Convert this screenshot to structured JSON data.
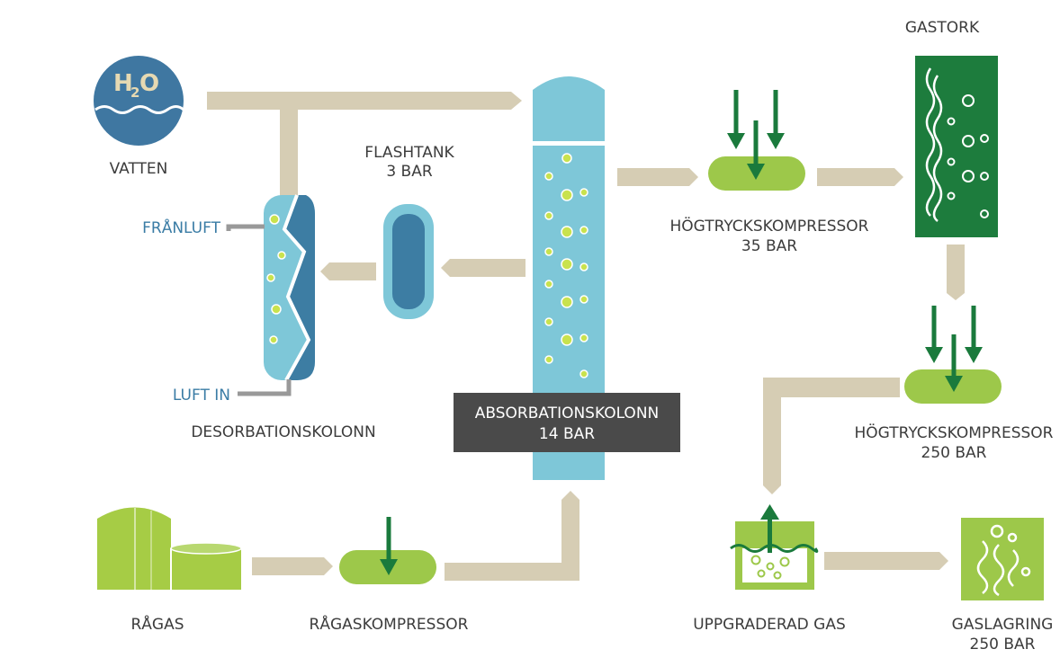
{
  "colors": {
    "pipe": "#d6cdb4",
    "column_light": "#7ec7d8",
    "column_dark": "#3d7da3",
    "water": "#3f77a1",
    "green_light": "#9dc84a",
    "green_dark": "#1a7a3c",
    "gas_dryer": "#1d7c3d",
    "label_box": "#4a4a4a",
    "accent_label": "#3a7ca5"
  },
  "water": {
    "symbol_h": "H",
    "symbol_sub": "2",
    "symbol_o": "O",
    "label": "VATTEN"
  },
  "desorption": {
    "label": "DESORBATIONSKOLONN",
    "exhaust_label": "FRÅNLUFT",
    "air_in_label": "LUFT IN"
  },
  "flashtank": {
    "label_line1": "FLASHTANK",
    "label_line2": "3 BAR"
  },
  "absorption": {
    "label_line1": "ABSORBATIONSKOLONN",
    "label_line2": "14 BAR"
  },
  "hp_compressor_1": {
    "label_line1": "HÖGTRYCKSKOMPRESSOR",
    "label_line2": "35 BAR"
  },
  "gas_dryer": {
    "label": "GASTORK"
  },
  "hp_compressor_2": {
    "label_line1": "HÖGTRYCKSKOMPRESSOR",
    "label_line2": "250 BAR"
  },
  "raw_gas": {
    "label": "RÅGAS"
  },
  "raw_gas_compressor": {
    "label": "RÅGASKOMPRESSOR"
  },
  "upgraded_gas": {
    "label": "UPPGRADERAD GAS"
  },
  "gas_storage": {
    "label_line1": "GASLAGRING",
    "label_line2": "250 BAR"
  },
  "icons": {
    "water": "water-droplet-icon",
    "compressor": "compressor-icon",
    "storage": "gas-storage-icon",
    "upgraded": "upgraded-gas-icon",
    "raw_gas_tank": "biogas-tank-icon"
  }
}
